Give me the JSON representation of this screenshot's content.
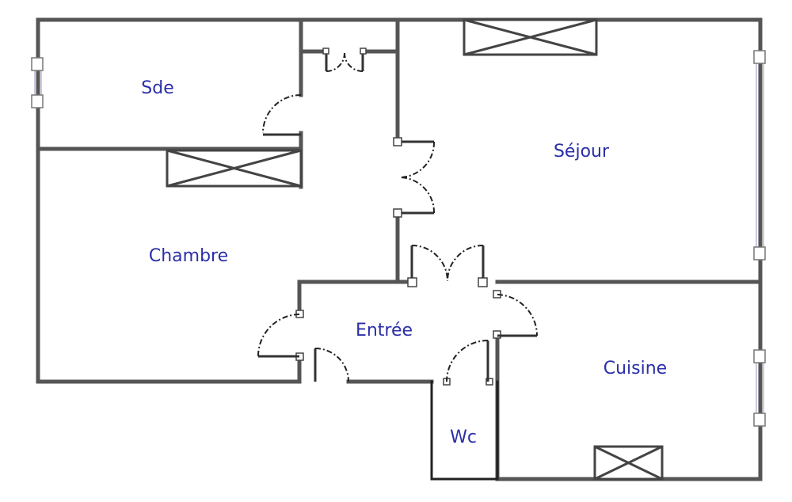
{
  "floor_plan": {
    "rooms": [
      {
        "id": "sde",
        "label": "Sde"
      },
      {
        "id": "sejour",
        "label": "Séjour"
      },
      {
        "id": "chambre",
        "label": "Chambre"
      },
      {
        "id": "entree",
        "label": "Entrée"
      },
      {
        "id": "cuisine",
        "label": "Cuisine"
      },
      {
        "id": "wc",
        "label": "Wc"
      }
    ],
    "colors": {
      "wall": "#555555",
      "label": "#2b2fa8",
      "window": "#b9b9d6"
    }
  }
}
